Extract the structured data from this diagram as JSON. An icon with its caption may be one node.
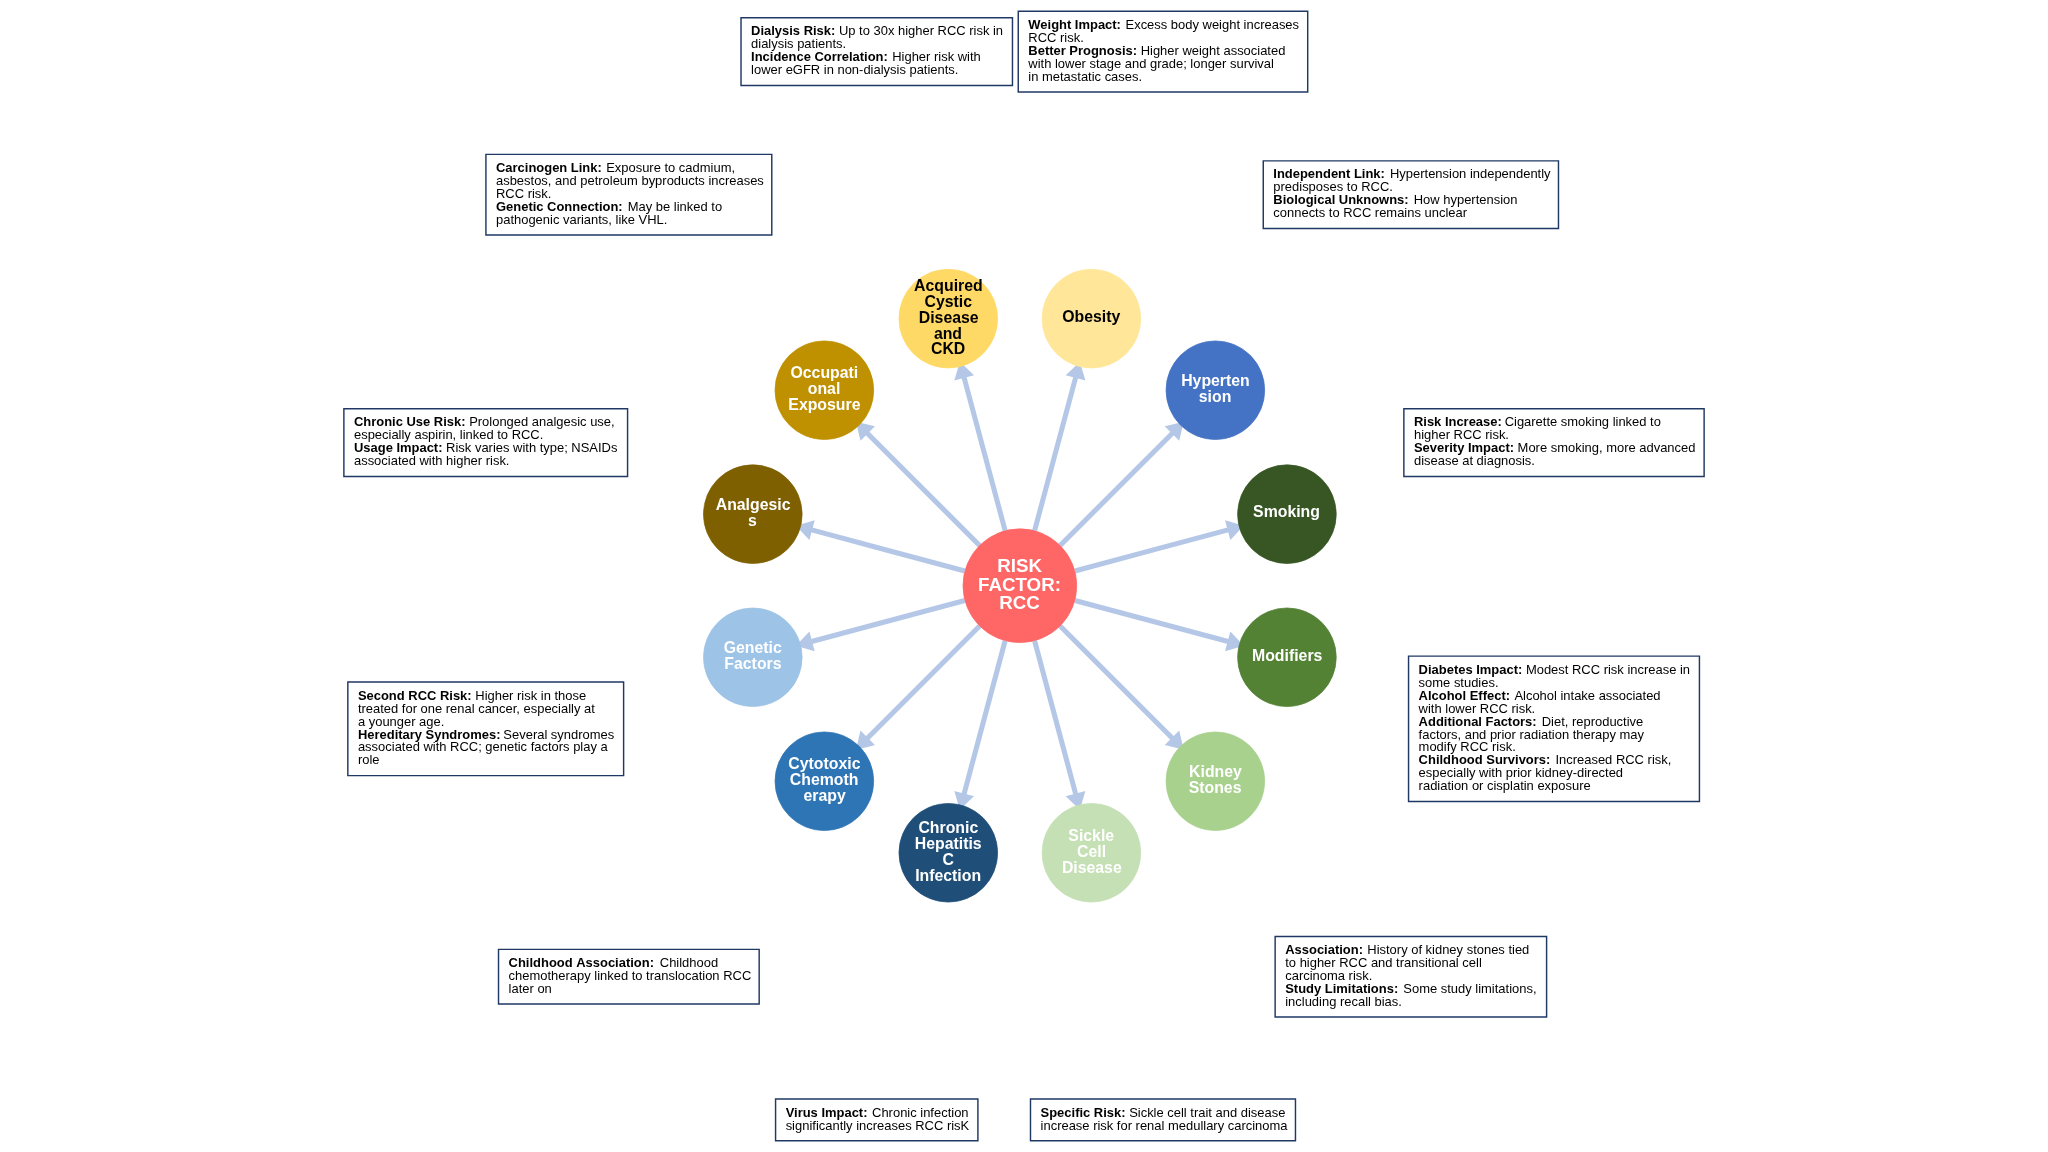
{
  "diagram": {
    "nodes": [
      {
        "text": [
          "RISK FACTOR: RCC"
        ]
      },
      {
        "text": [
          "Smoking"
        ]
      },
      {
        "text": [
          "**Risk Increase:** Cigarette smoking linked to higher RCC risk.",
          "**Severity Impact:** More smoking, more advanced disease at diagnosis."
        ]
      },
      {
        "text": [
          "Hyperten sion"
        ]
      },
      {
        "text": [
          "**Independent Link:** Hypertension independently predisposes to RCC.",
          "**Biological Unknowns:** How hypertension connects to RCC remains unclear"
        ]
      },
      {
        "text": [
          "Obesity"
        ]
      },
      {
        "text": [
          "**Weight Impact:** Excess body weight increases RCC risk.",
          "**Better Prognosis:** Higher weight associated with lower stage and grade; longer survival in metastatic cases."
        ]
      },
      {
        "text": [
          "Acquired Cystic Disease and CKD"
        ]
      },
      {
        "text": [
          "**Dialysis Risk:** Up to 30x higher RCC risk in dialysis patients.",
          "**Incidence Correlation:** Higher risk with lower eGFR in non-dialysis patients."
        ]
      },
      {
        "text": [
          "Occupati onal Exposure"
        ]
      },
      {
        "text": [
          "**Carcinogen Link:** Exposure to cadmium, asbestos, and petroleum byproducts increases RCC risk.",
          "**Genetic Connection:** May be linked to pathogenic variants, like VHL."
        ]
      },
      {
        "text": [
          "Analgesic s"
        ]
      },
      {
        "text": [
          "**Chronic Use Risk:** Prolonged analgesic use, especially aspirin, linked to RCC.",
          "**Usage Impact:** Risk varies with type; NSAIDs associated with higher risk."
        ]
      },
      {
        "text": [
          "Genetic Factors"
        ]
      },
      {
        "text": [
          "**Second RCC Risk:** Higher risk in those treated for one renal cancer, especially at a younger age.",
          "**Hereditary Syndromes:** Several syndromes associated with RCC; genetic factors play a role"
        ]
      },
      {
        "text": [
          "Cytotoxic Chemoth erapy"
        ]
      },
      {
        "text": [
          "**Childhood Association:** Childhood chemotherapy linked to translocation RCC later on"
        ]
      },
      {
        "text": [
          "Chronic Hepatitis C Infection"
        ]
      },
      {
        "text": [
          "**Virus Impact:** Chronic infection significantly increases RCC risK"
        ]
      },
      {
        "text": [
          "Sickle Cell Disease"
        ]
      },
      {
        "text": [
          "**Specific Risk:** Sickle cell trait and disease increase risk for renal medullary carcinoma"
        ]
      },
      {
        "text": [
          "Kidney Stones"
        ]
      },
      {
        "text": [
          "**Association:** History of kidney stones tied to higher RCC and transitional cell carcinoma risk.",
          "**Study Limitations:** Some study limitations, including recall bias."
        ]
      },
      {
        "text": [
          "Modifiers"
        ]
      },
      {
        "text": [
          "**Diabetes Impact:** Modest RCC risk increase in some studies.",
          "**Alcohol Effect:** Alcohol intake associated with lower RCC risk.",
          "**Additional Factors:** Diet, reproductive factors, and prior radiation therapy may modify RCC risk.",
          "**Childhood Survivors:** Increased RCC risk, especially with prior kidney-directed radiation or cisplatin exposure"
        ]
      }
    ],
    "edges": [
      {
        "from": 0,
        "to": 1,
        "arrow": "to"
      },
      {
        "from": 0,
        "to": 3,
        "arrow": "to"
      },
      {
        "from": 0,
        "to": 5,
        "arrow": "to"
      },
      {
        "from": 0,
        "to": 7,
        "arrow": "to"
      },
      {
        "from": 0,
        "to": 9,
        "arrow": "to"
      },
      {
        "from": 0,
        "to": 11,
        "arrow": "to"
      },
      {
        "from": 0,
        "to": 13,
        "arrow": "to"
      },
      {
        "from": 0,
        "to": 15,
        "arrow": "to"
      },
      {
        "from": 0,
        "to": 17,
        "arrow": "to"
      },
      {
        "from": 0,
        "to": 19,
        "arrow": "to"
      },
      {
        "from": 0,
        "to": 21,
        "arrow": "to"
      },
      {
        "from": 0,
        "to": 23,
        "arrow": "to"
      }
    ]
  }
}
